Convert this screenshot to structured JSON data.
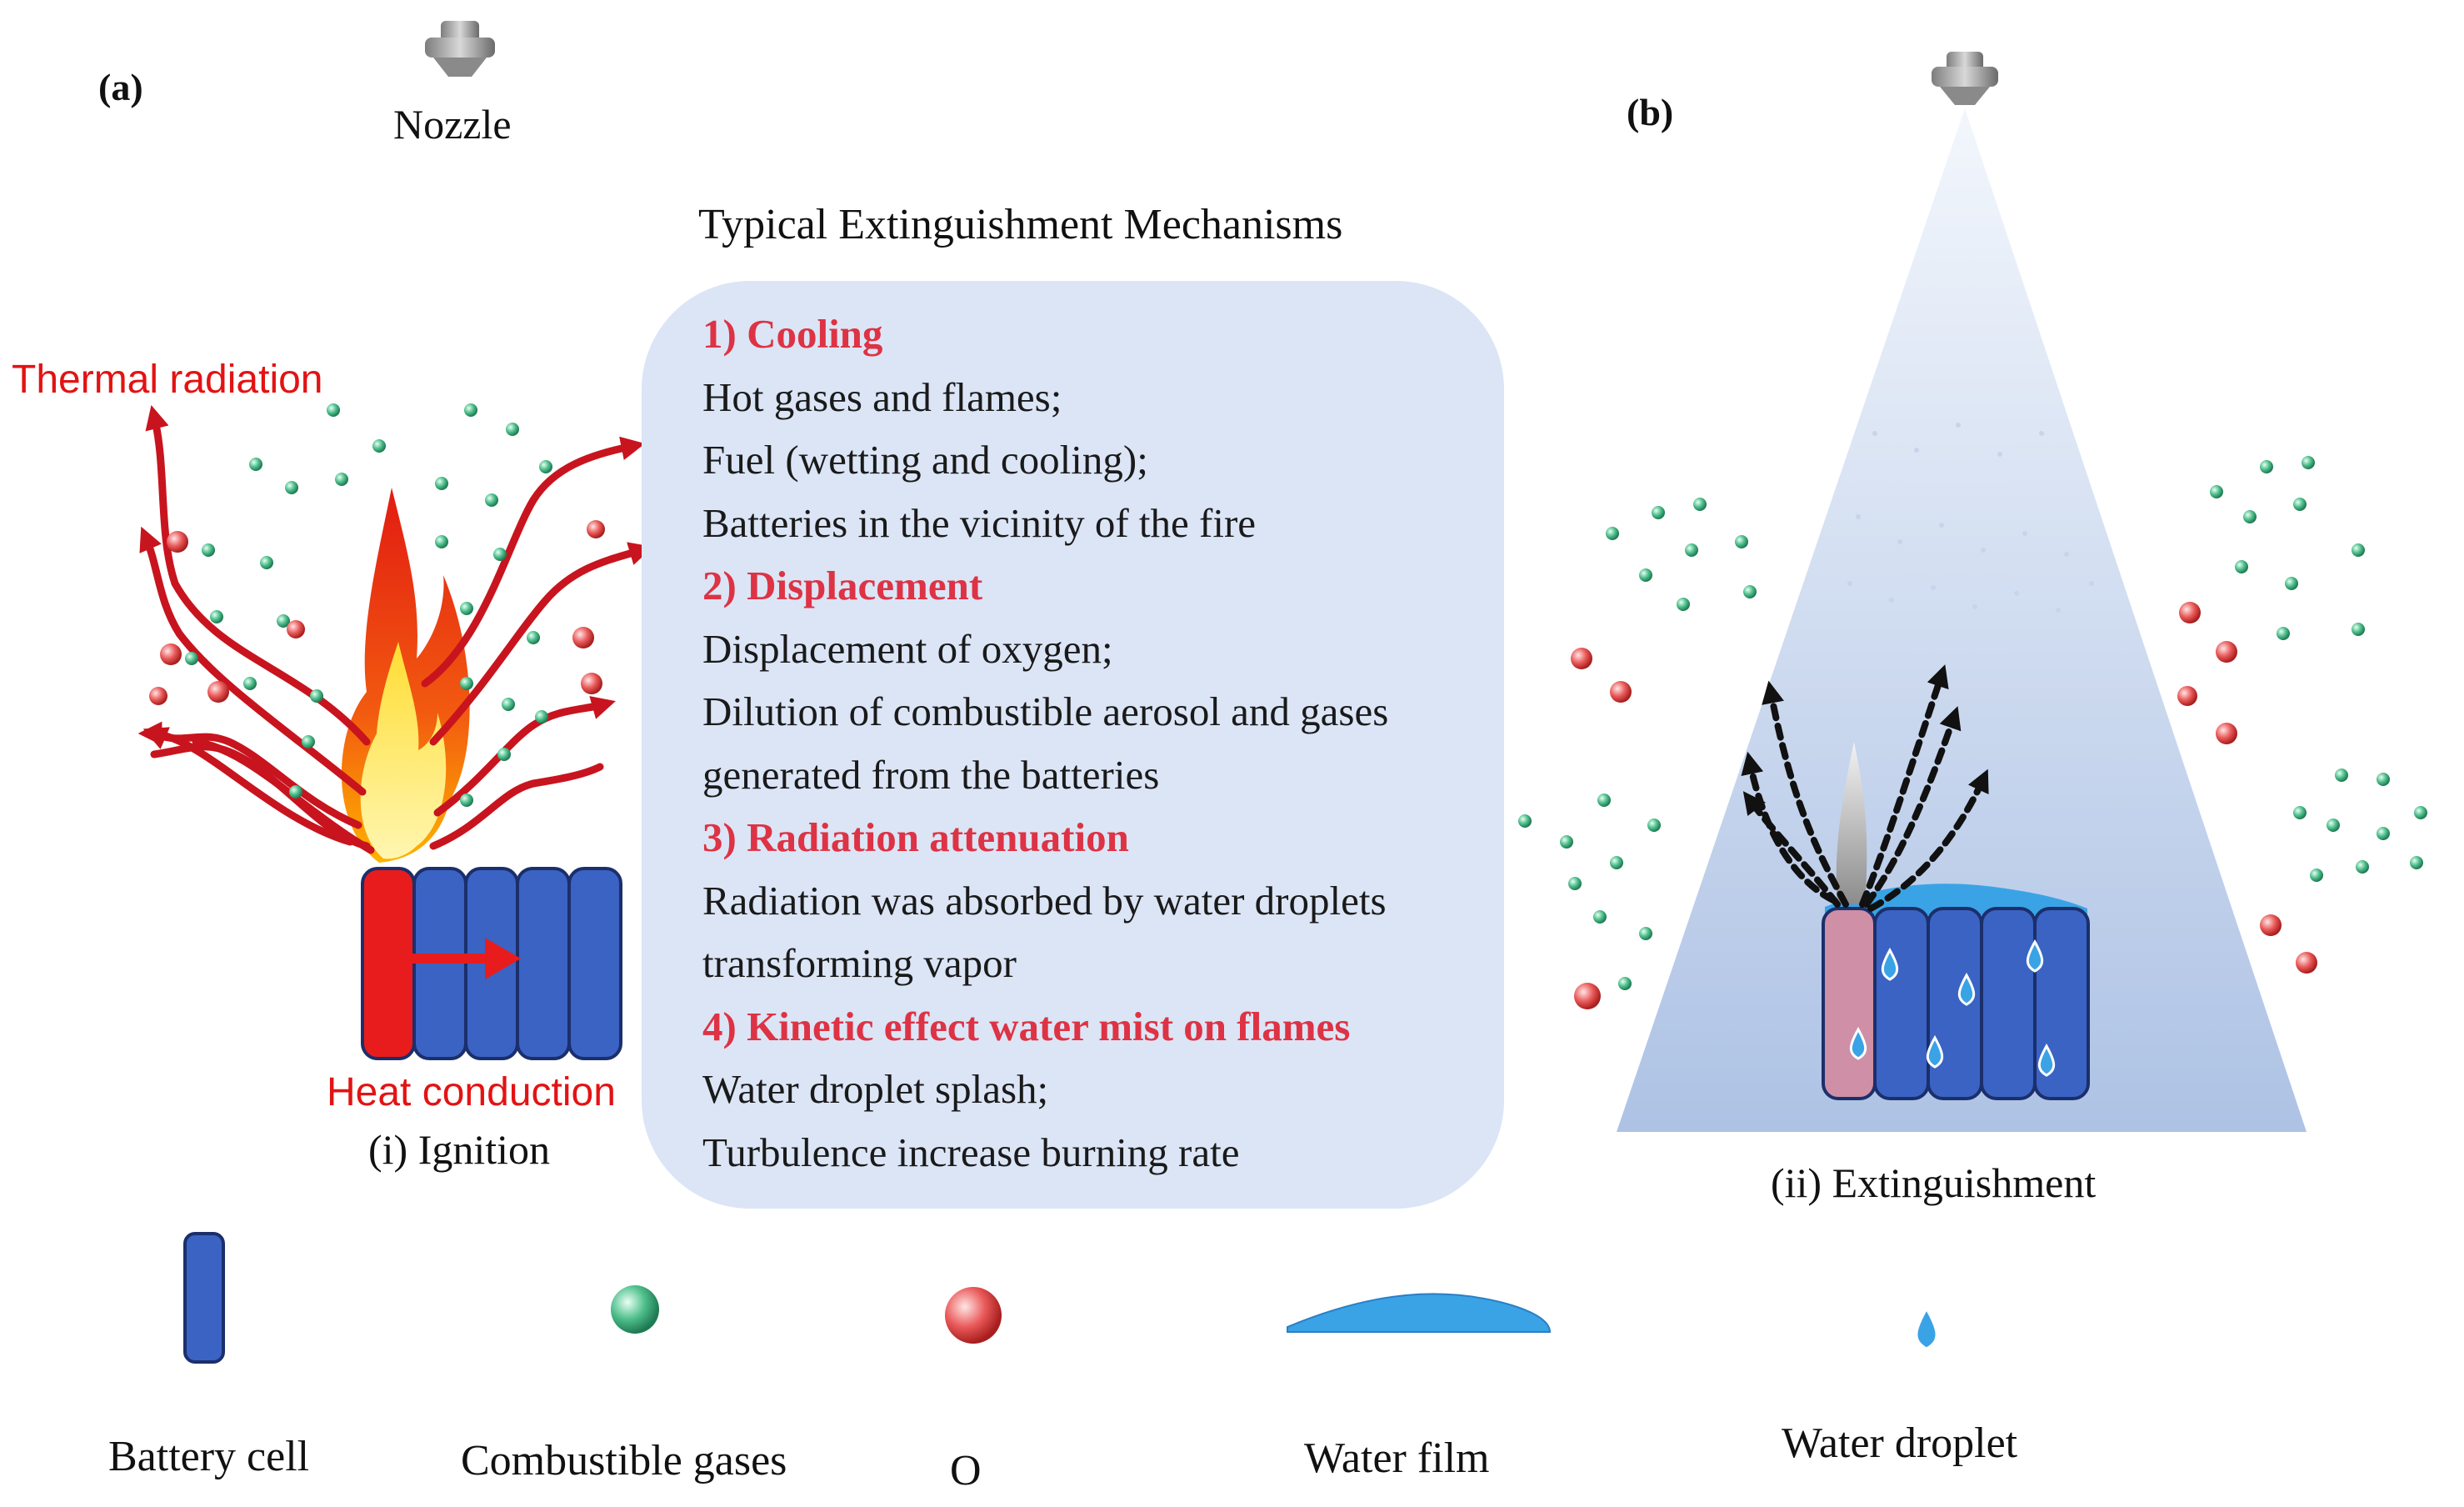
{
  "panels": {
    "a": "(a)",
    "b": "(b)"
  },
  "nozzle_label": "Nozzle",
  "mechanisms": {
    "title": "Typical Extinguishment Mechanisms",
    "lines": [
      {
        "text": "1) Cooling",
        "heading": true
      },
      {
        "text": "Hot gases and flames;",
        "heading": false
      },
      {
        "text": "Fuel (wetting and cooling);",
        "heading": false
      },
      {
        "text": "Batteries in the vicinity of the fire",
        "heading": false
      },
      {
        "text": "2) Displacement",
        "heading": true
      },
      {
        "text": "Displacement of oxygen;",
        "heading": false
      },
      {
        "text": "Dilution of combustible aerosol and gases",
        "heading": false
      },
      {
        "text": "generated from the batteries",
        "heading": false
      },
      {
        "text": "3) Radiation attenuation",
        "heading": true
      },
      {
        "text": "Radiation was absorbed by water droplets",
        "heading": false
      },
      {
        "text": "transforming vapor",
        "heading": false
      },
      {
        "text": "4) Kinetic effect water mist on flames",
        "heading": true
      },
      {
        "text": "Water droplet splash;",
        "heading": false
      },
      {
        "text": "Turbulence increase burning rate",
        "heading": false
      }
    ]
  },
  "labels": {
    "thermal_radiation": "Thermal radiation",
    "heat_conduction": "Heat conduction",
    "ignition": "(i) Ignition",
    "extinguishment": "(ii) Extinguishment"
  },
  "legend": {
    "battery_cell": "Battery cell",
    "combustible_gases": "Combustible gases",
    "oxygen": "O",
    "water_film": "Water film",
    "water_droplet": "Water droplet"
  },
  "colors": {
    "battery": "#3a63c4",
    "hot_cell": "#e81c1c",
    "cooled_cell": "#cf8fa6",
    "radiation_arrow": "#c8141e",
    "combustible_gas": "#3fae7e",
    "oxygen": "#e04848",
    "water": "#3aa3e6",
    "mechanism_box": "#dbe5f6",
    "heading_text": "#dd3344"
  }
}
